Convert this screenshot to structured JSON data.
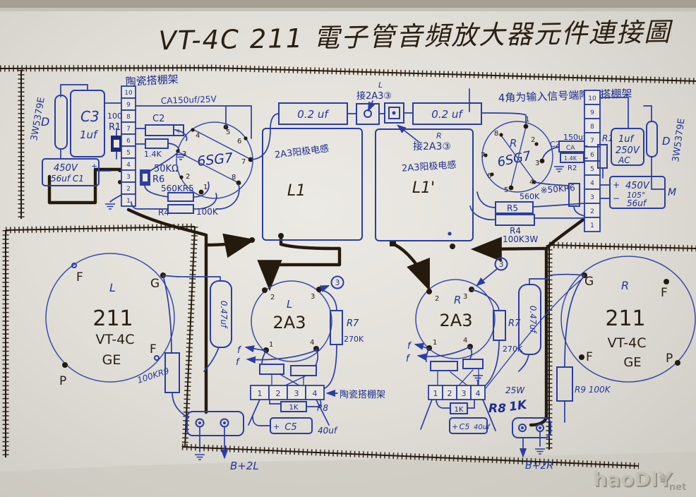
{
  "title": "VT-4C 211 電子管音頻放大器元件連接圖",
  "wm": {
    "text": "haoDIY",
    "crown": "♛",
    "net": "net"
  },
  "digits": {
    "1": "1",
    "2": "2",
    "3": "3",
    "4": "4",
    "5": "5",
    "6": "6",
    "7": "7",
    "8": "8",
    "9": "9",
    "10": "10"
  },
  "sym": {
    "plus": "+",
    "minus": "−"
  },
  "tl": {
    "strip_label": "陶瓷搭棚架",
    "ca_wire": "CA150uf/25V",
    "part_3w": "3W5379E",
    "d": "D",
    "c3": "C3",
    "c3_val": "1uf",
    "r1_val": "100Ω",
    "r1": "R1",
    "c2": "C2",
    "r14k": "1.4K",
    "r6_val": "50KΩ",
    "r6": "R6",
    "r5_val": "560KR5",
    "r4": "R4",
    "r4_val": "100K",
    "tube": "6SG7",
    "cap450": "450V",
    "cap450_val": "56uf C1"
  },
  "tr": {
    "label": "4角为输入信号端陶瓷搭棚架",
    "tube": "6SG7",
    "ch": "R",
    "c2": "C2",
    "ca_val": "150uf",
    "ca": "CA",
    "r14k": "1.4K",
    "r2": "R2",
    "r1": "R1",
    "film1": "1uf",
    "film2": "250V",
    "film3": "AC",
    "d": "D",
    "part_3w": "3W5379E",
    "m1": "450V",
    "m2": "105°",
    "m3": "56uf",
    "m": "M",
    "r6": "※50KR6",
    "v560k": "560K",
    "r5": "R5",
    "r4": "R4",
    "r4_val": "100K3W"
  },
  "md": {
    "cap": "0.2 uf",
    "connect": "接2A3③",
    "ch_l": "L",
    "ch_r": "R",
    "choke": "2A3阳极电感",
    "l1": "L1",
    "l1p": "L1'"
  },
  "al": {
    "ch": "L",
    "tube": "2A3",
    "r7": "R7",
    "r7_val": "270K",
    "c047": "0.47uf",
    "f": "f",
    "strip_label": "陶瓷搭棚架",
    "r8": "R8",
    "r8_val": "1K",
    "c5": "C5",
    "c5_val": "40uf",
    "b": "B+2L"
  },
  "ar": {
    "ch": "R",
    "tube": "2A3",
    "r7": "R7",
    "r7_val": "270K",
    "c047": "0.47uf",
    "f": "f",
    "w25": "25W",
    "r8": "R8",
    "r8_val": "1K",
    "c5": "C5",
    "c5_val": "40uf",
    "b": "B+2R"
  },
  "ol": {
    "ch": "L",
    "tube": "211",
    "model": "VT-4C",
    "brand": "GE",
    "pf": "F",
    "pg": "G",
    "pp": "P",
    "r9": "100KR9"
  },
  "orr": {
    "ch": "R",
    "tube": "211",
    "model": "VT-4C",
    "brand": "GE",
    "pf": "F",
    "pg": "G",
    "pp": "P",
    "r9": "R9 100K"
  }
}
